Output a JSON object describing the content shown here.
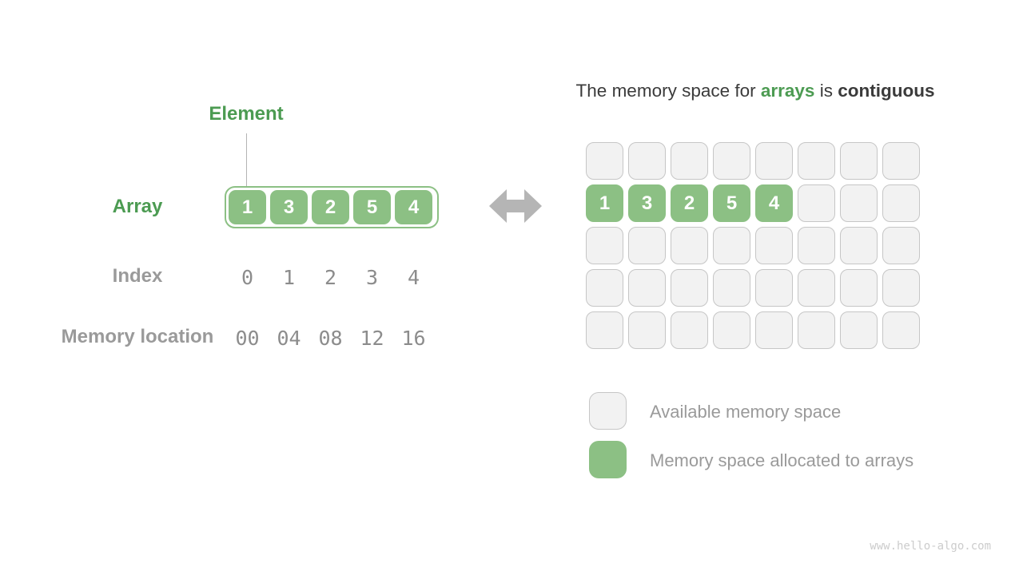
{
  "left": {
    "element_label": "Element",
    "array_label": "Array",
    "index_label": "Index",
    "memory_label": "Memory location",
    "array_values": [
      "1",
      "3",
      "2",
      "5",
      "4"
    ],
    "index_values": [
      "0",
      "1",
      "2",
      "3",
      "4"
    ],
    "memory_values": [
      "00",
      "04",
      "08",
      "12",
      "16"
    ]
  },
  "right": {
    "title": {
      "prefix": "The memory space for ",
      "highlight": "arrays",
      "middle": " is ",
      "suffix": "contiguous"
    },
    "grid": {
      "rows": 5,
      "cols": 8,
      "allocated_row": 1,
      "allocated_values": [
        "1",
        "3",
        "2",
        "5",
        "4"
      ]
    },
    "legend": [
      {
        "type": "available",
        "label": "Available memory space"
      },
      {
        "type": "allocated",
        "label": "Memory space allocated to arrays"
      }
    ]
  },
  "watermark": "www.hello-algo.com",
  "colors": {
    "green_fill": "#8CC084",
    "green_text": "#4C9B52",
    "gray_text": "#9A9A9A",
    "dark_text": "#3B3B3B",
    "cell_bg": "#F2F2F2",
    "cell_border": "#C6C6C6",
    "arrow": "#B5B5B5",
    "watermark": "#CCCCCC"
  }
}
